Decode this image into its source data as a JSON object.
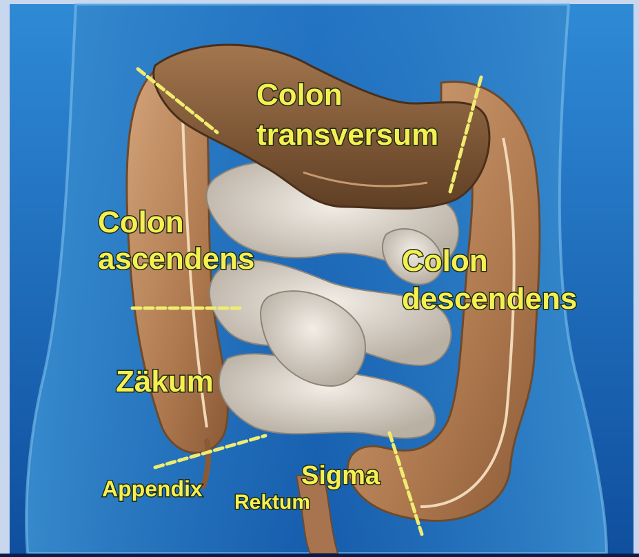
{
  "labels": {
    "colon_transversum_1": "Colon",
    "colon_transversum_2": "transversum",
    "colon_ascendens_1": "Colon",
    "colon_ascendens_2": "ascendens",
    "colon_descendens_1": "Colon",
    "colon_descendens_2": "descendens",
    "zaekum": "Zäkum",
    "sigma": "Sigma",
    "appendix": "Appendix",
    "rektum": "Rektum"
  },
  "colors": {
    "frame": "#c9d7ee",
    "background": "#1e6fbf",
    "colon": "#b7825a",
    "colon_dark": "#6e4a2c",
    "small_intestine": "#ddd6cc",
    "label": "#f4f052",
    "divider": "#f0ec70"
  }
}
